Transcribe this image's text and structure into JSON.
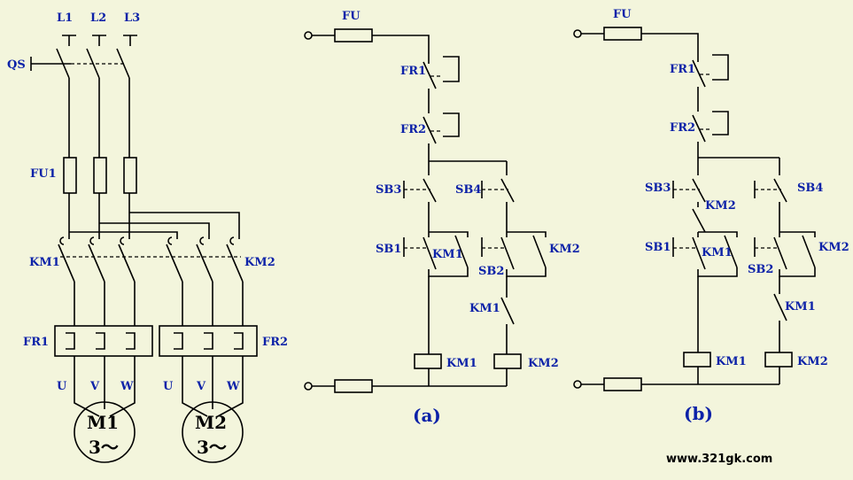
{
  "main": {
    "labels": {
      "L1": "L1",
      "L2": "L2",
      "L3": "L3",
      "QS": "QS",
      "FU1": "FU1",
      "KM1": "KM1",
      "KM2": "KM2",
      "FR1": "FR1",
      "FR2": "FR2",
      "U": "U",
      "V": "V",
      "W": "W",
      "M1": "M1",
      "M2": "M2",
      "phase": "3～"
    }
  },
  "circuit_a": {
    "caption": "(a)",
    "labels": {
      "FU": "FU",
      "FR1": "FR1",
      "FR2": "FR2",
      "SB3": "SB3",
      "SB4": "SB4",
      "SB1": "SB1",
      "SB2": "SB2",
      "KM1_contact": "KM1",
      "KM2_contact": "KM2",
      "KM1_interlock": "KM1",
      "KM1_coil": "KM1",
      "KM2_coil": "KM2"
    }
  },
  "circuit_b": {
    "caption": "(b)",
    "labels": {
      "FU": "FU",
      "FR1": "FR1",
      "FR2": "FR2",
      "SB3": "SB3",
      "SB4": "SB4",
      "KM2_interlock": "KM2",
      "SB1": "SB1",
      "SB2": "SB2",
      "KM1_contact": "KM1",
      "KM2_contact": "KM2",
      "KM1_interlock": "KM1",
      "KM1_coil": "KM1",
      "KM2_coil": "KM2"
    }
  },
  "watermark": "www.321gk.com"
}
